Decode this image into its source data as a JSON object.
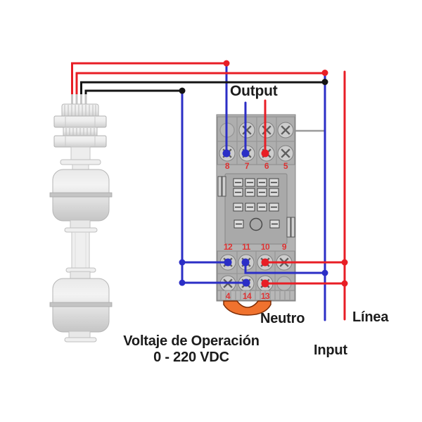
{
  "labels": {
    "output": "Output",
    "neutro": "Neutro",
    "linea": "Línea",
    "input": "Input",
    "voltage_title": "Voltaje de Operación",
    "voltage_range": "0 - 220 VDC"
  },
  "socket": {
    "top_row": [
      "8",
      "7",
      "6",
      "5"
    ],
    "middle_row": [
      "12",
      "11",
      "10",
      "9"
    ],
    "bottom_row": [
      "4",
      "14",
      "13"
    ]
  },
  "colors": {
    "wire_red": "#e81e25",
    "wire_blue": "#2b2ec6",
    "wire_black": "#141414",
    "wire_gray": "#9b9b9b",
    "terminal_number": "#dd3333",
    "clip_orange": "#f0722e",
    "label_text": "#1c1c1c",
    "socket_gray": "#b3b3b3"
  }
}
